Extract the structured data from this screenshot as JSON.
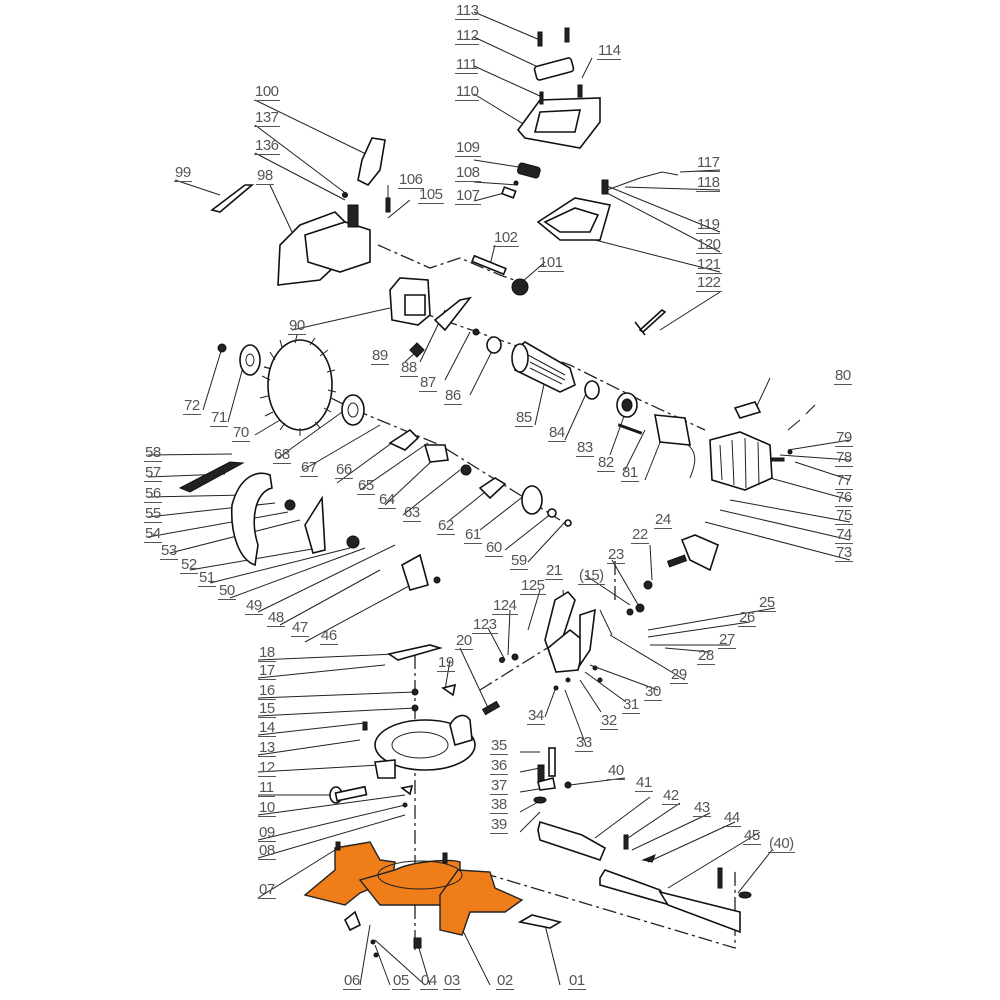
{
  "diagram": {
    "accent_color": "#ef7d1a",
    "highlighted_part": "02",
    "labels": [
      "113",
      "112",
      "114",
      "111",
      "110",
      "100",
      "137",
      "136",
      "109",
      "108",
      "107",
      "117",
      "118",
      "106",
      "105",
      "99",
      "98",
      "119",
      "120",
      "102",
      "121",
      "101",
      "122",
      "90",
      "89",
      "88",
      "87",
      "86",
      "85",
      "72",
      "71",
      "70",
      "80",
      "84",
      "83",
      "82",
      "81",
      "68",
      "67",
      "66",
      "65",
      "64",
      "63",
      "79",
      "78",
      "77",
      "76",
      "58",
      "57",
      "56",
      "55",
      "54",
      "53",
      "52",
      "51",
      "50",
      "49",
      "48",
      "47",
      "46",
      "62",
      "61",
      "60",
      "59",
      "75",
      "74",
      "73",
      "24",
      "22",
      "23",
      "(15)",
      "21",
      "125",
      "124",
      "123",
      "25",
      "26",
      "27",
      "28",
      "29",
      "30",
      "31",
      "32",
      "33",
      "34",
      "18",
      "17",
      "19",
      "20",
      "16",
      "15",
      "14",
      "13",
      "12",
      "11",
      "10",
      "09",
      "08",
      "07",
      "35",
      "36",
      "37",
      "38",
      "39",
      "40",
      "41",
      "42",
      "43",
      "44",
      "45",
      "(40)",
      "06",
      "05",
      "04",
      "03",
      "02",
      "01"
    ]
  }
}
